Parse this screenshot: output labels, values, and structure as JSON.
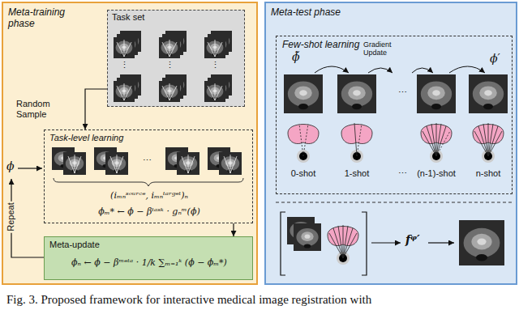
{
  "diagram": {
    "caption": "Fig. 3. Proposed framework for interactive medical image registration with",
    "nodes": [
      {
        "text": [
          "Meta-training phase"
        ]
      },
      {
        "text": [
          "Task set"
        ],
        "in": 0
      },
      {
        "text": [
          "Task-level learning",
          "(iₘₙˢᵒᵘʳᶜᵉ, iₘₙᵗᵃʳᵍᵉᵗ)ₙ",
          "ϕₘ* ← ϕ − βᵗᵃˢᵏ · gₙᵐ(ϕ)"
        ],
        "in": 0
      },
      {
        "text": [
          "Meta-update",
          "ϕₙ ← ϕ − βᵐᵉᵗᵃ · 1/k ∑ₘ₌₁ᵏ (ϕ − ϕₘ*)"
        ],
        "in": 0
      },
      {
        "text": [
          "Meta-test phase"
        ]
      },
      {
        "text": [
          "Few-shot learning"
        ],
        "in": 4
      }
    ],
    "edges": [
      {
        "from": 1,
        "to": 2,
        "arrow": "to"
      },
      {
        "from": 2,
        "to": 3,
        "arrow": "to"
      }
    ],
    "labels": [
      "Random Sample",
      "⋮",
      "⋮",
      "⋮",
      "⋯",
      "ϕ",
      "Repeat",
      "ϕ̃",
      "Gradient Update",
      "ϕ′",
      "⋯",
      "0-shot",
      "1-shot",
      "⋯",
      "(n-1)-shot",
      "n-shot",
      "fᵠ′"
    ]
  }
}
